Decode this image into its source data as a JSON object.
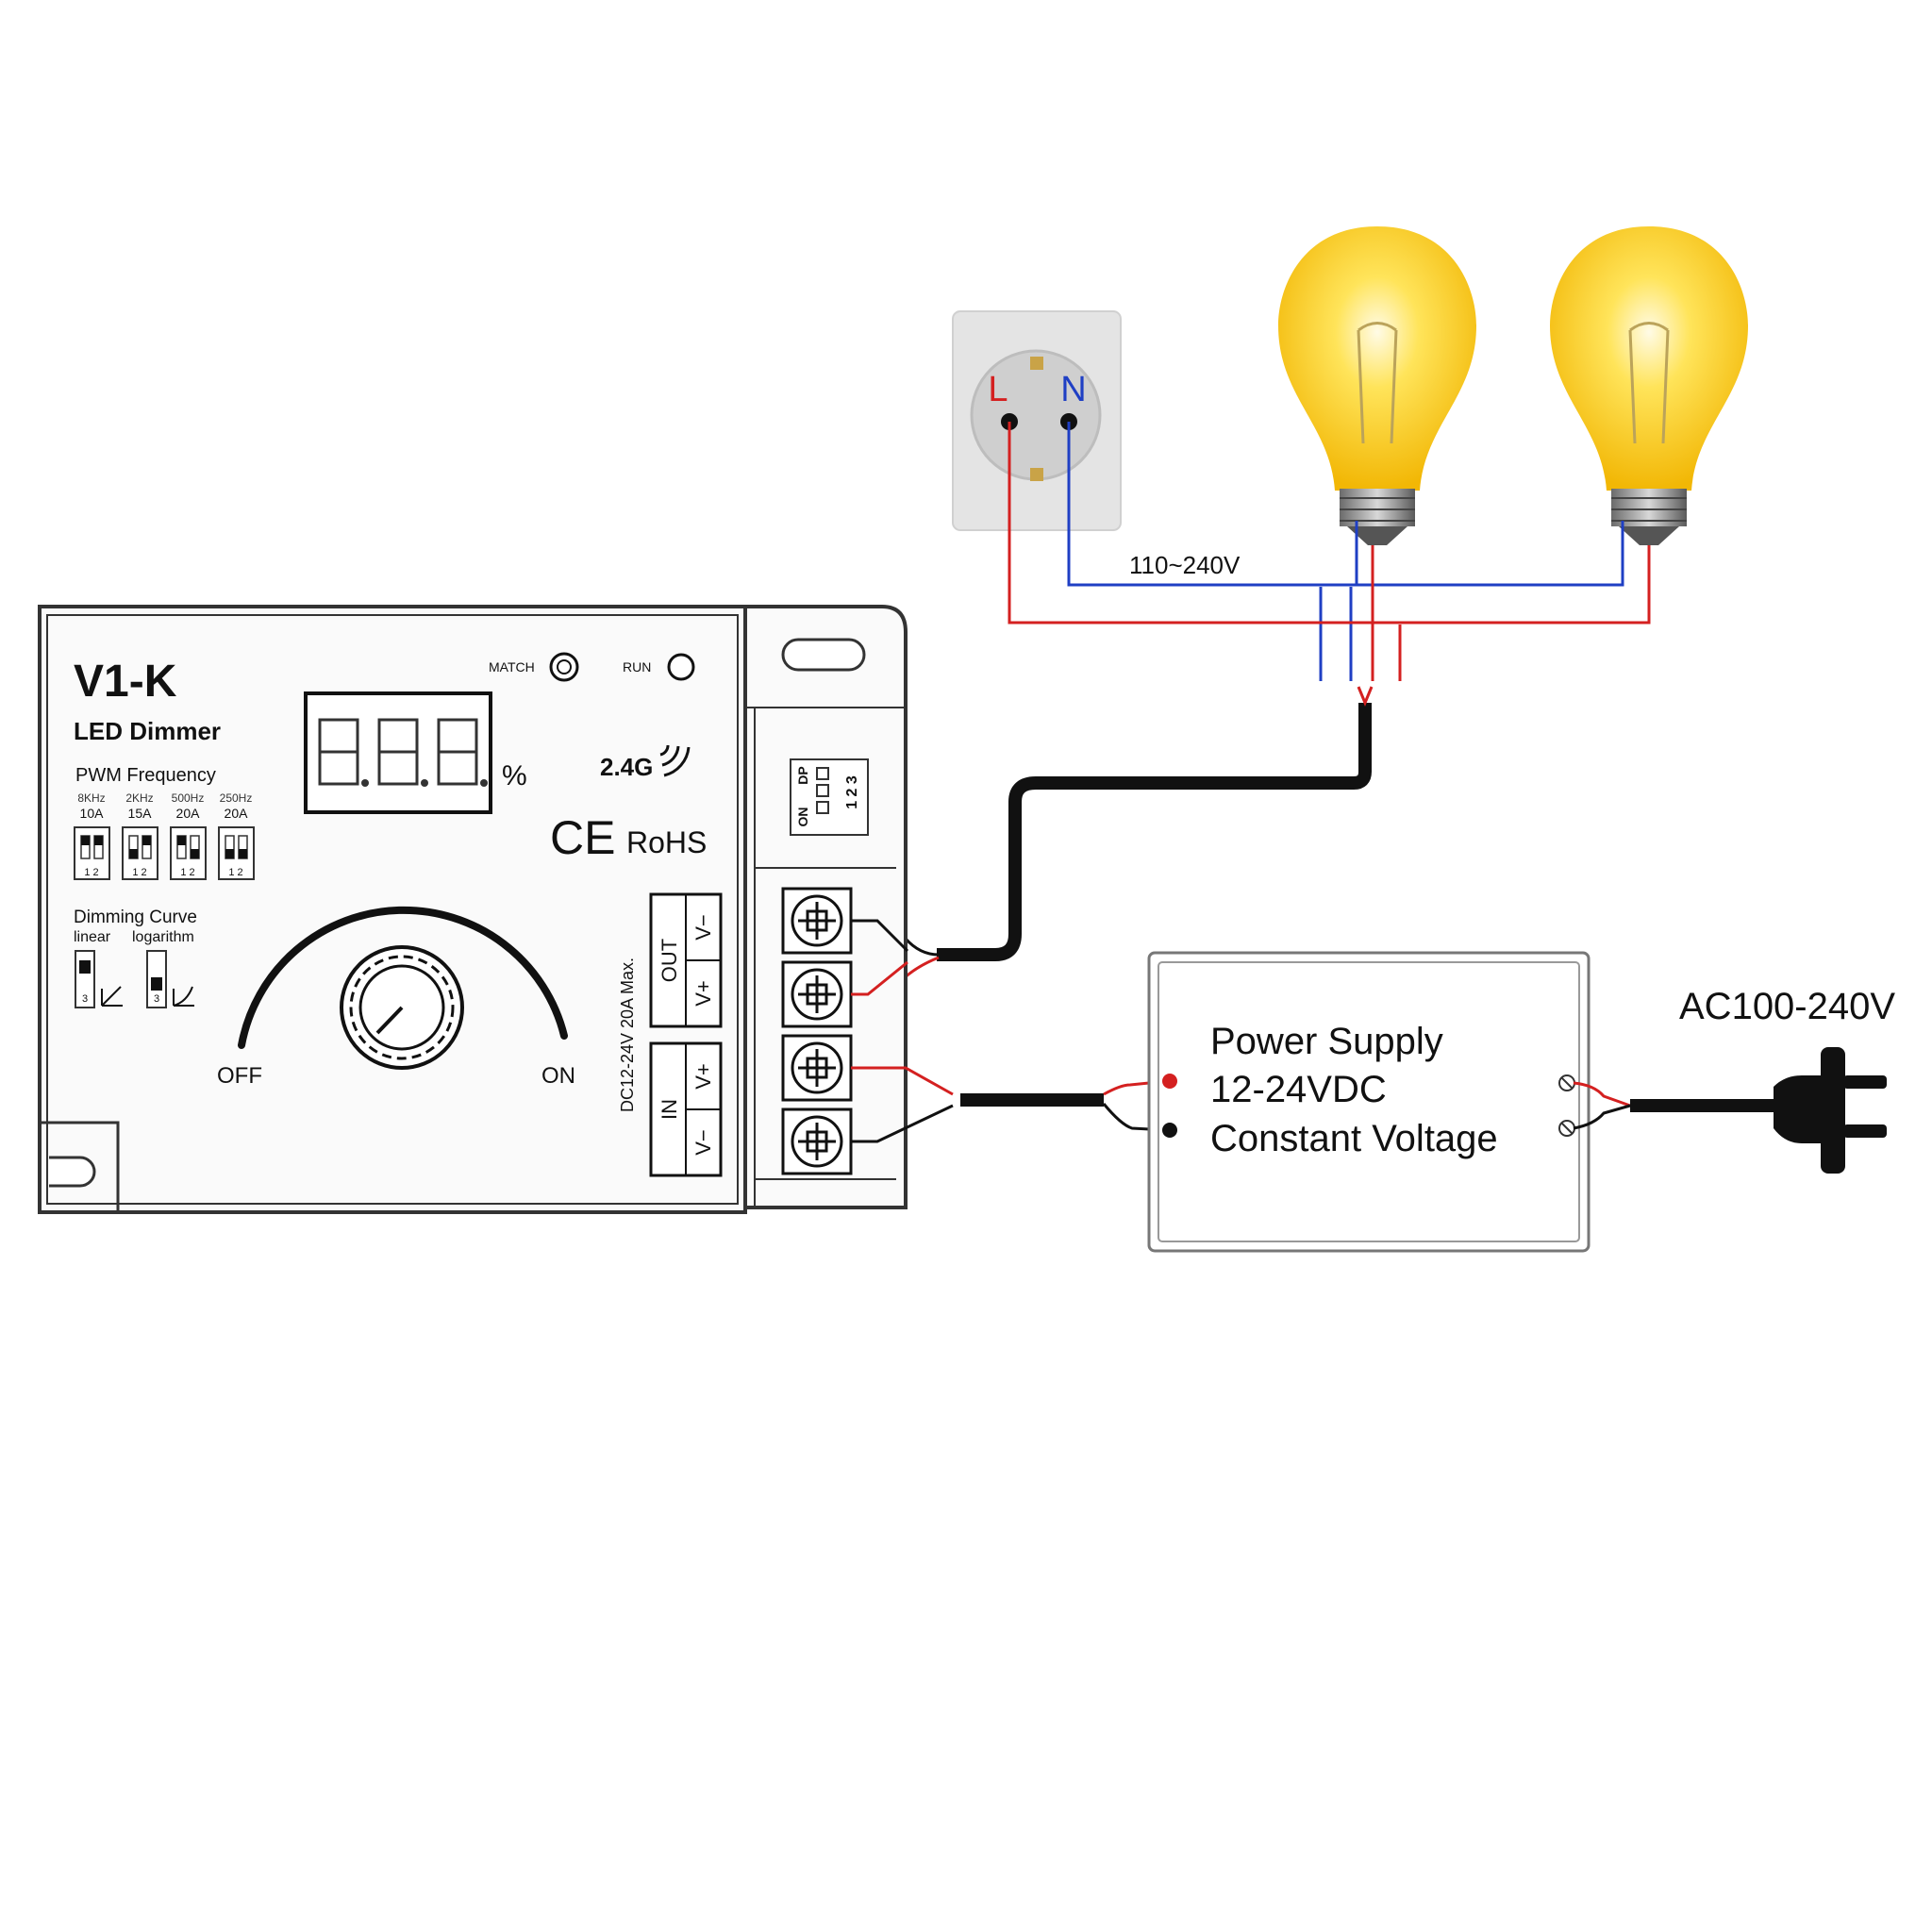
{
  "dimmer": {
    "model": "V1-K",
    "subtitle": "LED Dimmer",
    "match_label": "MATCH",
    "run_label": "RUN",
    "display_unit": "%",
    "wireless_label": "2.4G",
    "ce_mark": "CE",
    "rohs_label": "RoHS",
    "pwm_title": "PWM Frequency",
    "pwm_options": [
      {
        "freq": "8KHz",
        "amp": "10A"
      },
      {
        "freq": "2KHz",
        "amp": "15A"
      },
      {
        "freq": "500Hz",
        "amp": "20A"
      },
      {
        "freq": "250Hz",
        "amp": "20A"
      }
    ],
    "dip_numbers": "1 2",
    "curve_title": "Dimming Curve",
    "curve_linear": "linear",
    "curve_log": "logarithm",
    "curve_switch_num": "3",
    "knob_off": "OFF",
    "knob_on": "ON",
    "terminal_out": "OUT",
    "terminal_in": "IN",
    "terminal_vminus": "V−",
    "terminal_vplus": "V+",
    "terminal_spec": "DC12-24V   20A Max.",
    "dip_block_on": "ON",
    "dip_block_dp": "DP",
    "dip_block_nums": "1 2 3"
  },
  "socket": {
    "l_label": "L",
    "n_label": "N"
  },
  "mains_label": "110~240V",
  "power_supply": {
    "line1": "Power Supply",
    "line2": "12-24VDC",
    "line3": "Constant Voltage"
  },
  "ac_label": "AC100-240V",
  "colors": {
    "live": "#d42020",
    "neutral": "#1f3fc4",
    "cable": "#111111",
    "bulb": "#f5d21b",
    "outline": "#333333"
  }
}
